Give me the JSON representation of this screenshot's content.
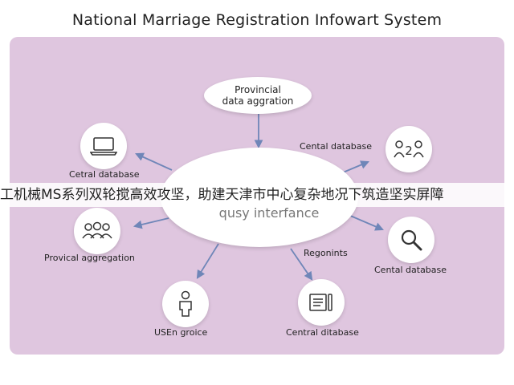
{
  "title": "National Marriage Registration Infowart System",
  "top_node": {
    "line1": "Provincial",
    "line2": "data aggration"
  },
  "center": {
    "text": "qusy interfance"
  },
  "nodes": {
    "laptop": {
      "label": "Cetral database",
      "icon": "laptop-icon"
    },
    "people": {
      "label": "Provical aggregation",
      "icon": "people-group-icon"
    },
    "couple": {
      "label": "Cental database",
      "icon": "couple-icon"
    },
    "search": {
      "label": "Cental database",
      "icon": "search-icon"
    },
    "user": {
      "label": "USEn groice",
      "icon": "person-icon"
    },
    "doc": {
      "label": "Central ditabase",
      "icon": "document-icon"
    }
  },
  "edge_label": "Regonints",
  "banner_text": "工机械MS系列双轮搅高效攻坚，助建天津市中心复杂地况下筑造坚实屏障",
  "colors": {
    "panel": "#dfc6df",
    "arrow": "#6f86b8",
    "node": "#ffffff"
  }
}
